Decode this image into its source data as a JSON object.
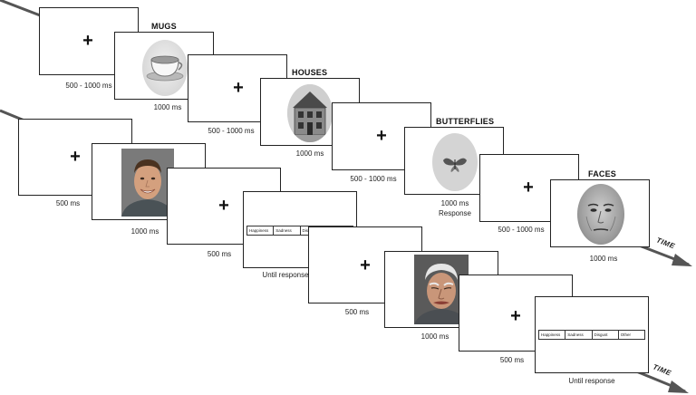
{
  "top_sequence": {
    "categories": [
      "MUGS",
      "HOUSES",
      "BUTTERFLIES",
      "FACES"
    ],
    "fixation_symbol": "+",
    "durations": {
      "fix1": "500 - 1000 ms",
      "mug": "1000 ms",
      "fix2": "500 - 1000 ms",
      "house": "1000 ms",
      "fix3": "500 - 1000 ms",
      "butterfly": "1000 ms",
      "butterfly_note": "Response",
      "fix4": "500 - 1000 ms",
      "face": "1000 ms"
    }
  },
  "bottom_sequence": {
    "fixation_symbol": "+",
    "durations": {
      "fix1": "500 ms",
      "face1": "1000 ms",
      "fix2": "500 ms",
      "response1": "Until response",
      "fix3": "500 ms",
      "face2": "1000 ms",
      "fix4": "500 ms",
      "response2": "Until response"
    },
    "response_options": [
      "Happiness",
      "Sadness",
      "Disgust",
      "Other"
    ]
  },
  "time_label": "TIME",
  "icons": [
    "mug-icon",
    "house-icon",
    "butterfly-icon",
    "face-icon",
    "arrow-icon"
  ]
}
